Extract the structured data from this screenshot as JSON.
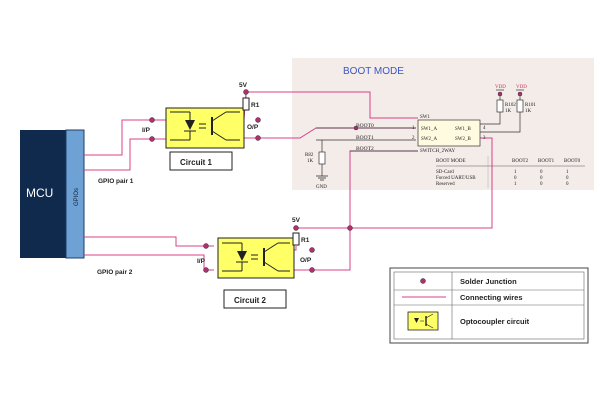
{
  "mcu": {
    "label": "MCU",
    "gpio_label": "GPIOs"
  },
  "circuit1": {
    "input_label": "I/P",
    "output_label": "O/P",
    "title": "Circuit 1",
    "supply": "5V",
    "resistor": "R1",
    "pair_label": "GPIO pair 1"
  },
  "circuit2": {
    "input_label": "I/P",
    "output_label": "O/P",
    "title": "Circuit 2",
    "supply": "5V",
    "resistor": "R1",
    "pair_label": "GPIO pair 2"
  },
  "boot_panel": {
    "title": "BOOT MODE",
    "net_boot0": "BOOT0",
    "net_boot1": "BOOT1",
    "net_boot2": "BOOT2",
    "r_left_name": "R82",
    "r_left_val": "1K",
    "gnd": "GND",
    "vdd_left": "VDD",
    "vdd_right": "VDD",
    "r102_name": "R102",
    "r102_val": "1K",
    "r101_name": "R101",
    "r101_val": "1K",
    "switch_ref": "SW1",
    "switch_part": "SWITCH_2WAY",
    "sw_a1": "SW1_A",
    "sw_a2": "SW2_A",
    "sw_b1": "SW1_B",
    "sw_b2": "SW2_B",
    "pin1": "1",
    "pin2": "2",
    "pin3": "3",
    "pin4": "4",
    "table": {
      "headers": [
        "BOOT MODE",
        "BOOT2",
        "BOOT1",
        "BOOT0"
      ],
      "rows": [
        [
          "SD-Card",
          "1",
          "0",
          "1"
        ],
        [
          "Forced UART/USB",
          "0",
          "0",
          "0"
        ],
        [
          "Reserved",
          "1",
          "0",
          "0"
        ]
      ]
    }
  },
  "legend": {
    "junction": "Solder Junction",
    "wires": "Connecting wires",
    "opto": "Optocoupler circuit"
  },
  "colors": {
    "wire": "#d8408a",
    "junction": "#b0306e",
    "mcu_dark": "#102a4e",
    "mcu_gpio": "#6ea2d4",
    "panel_bg": "#f4ece9",
    "opto_fill": "#ffff66"
  }
}
